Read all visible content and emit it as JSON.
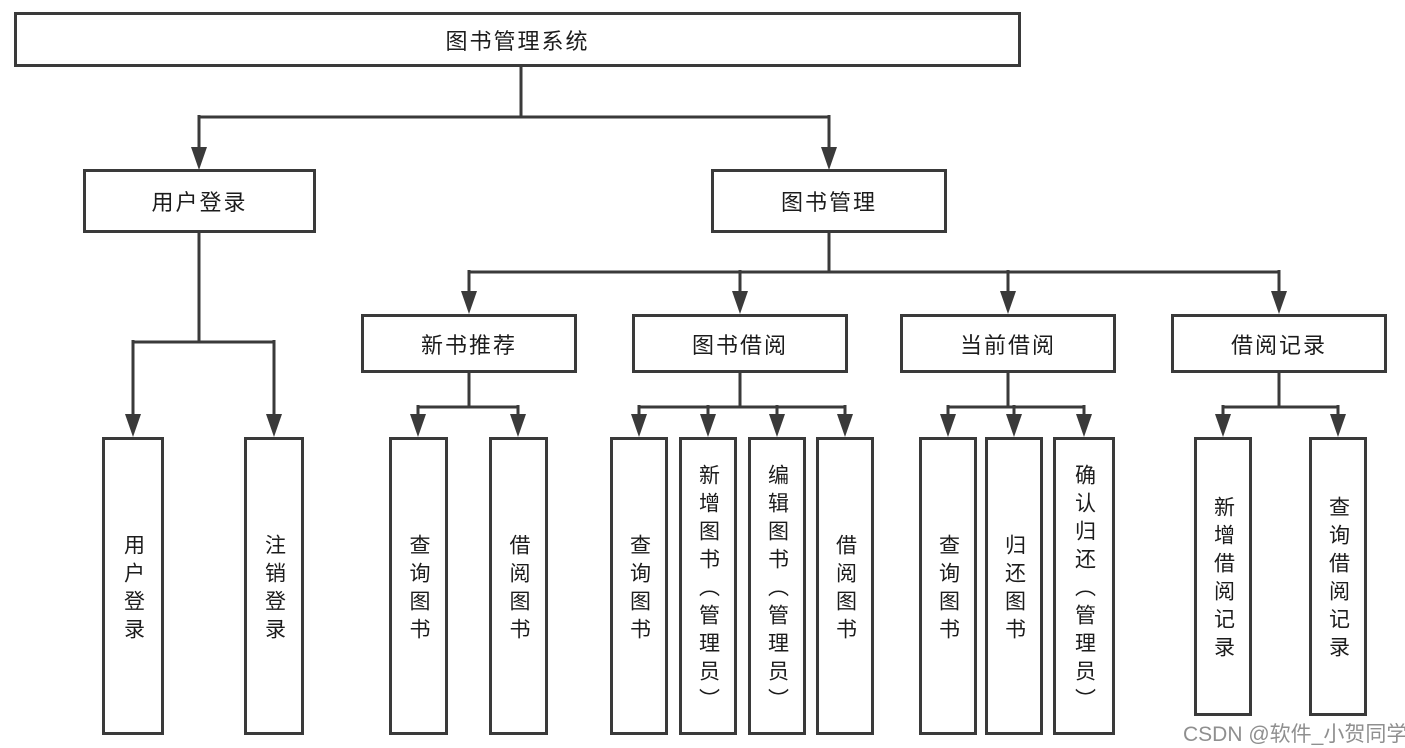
{
  "diagram": {
    "title": "图书管理系统",
    "level2": {
      "user_login": "用户登录",
      "book_management": "图书管理"
    },
    "level3": {
      "new_book_recommend": "新书推荐",
      "book_borrow": "图书借阅",
      "current_borrow": "当前借阅",
      "borrow_records": "借阅记录"
    },
    "leaves": [
      "用户登录",
      "注销登录",
      "查询图书",
      "借阅图书",
      "查询图书",
      "新增图书（管理员）",
      "编辑图书（管理员）",
      "借阅图书",
      "查询图书",
      "归还图书",
      "确认归还（管理员）",
      "新增借阅记录",
      "查询借阅记录"
    ]
  },
  "watermark": "CSDN @软件_小贺同学",
  "colors": {
    "line": "#3a3a3a",
    "text": "#1c1c1c",
    "watermark_text": "#8f8f8f",
    "background": "#ffffff"
  }
}
